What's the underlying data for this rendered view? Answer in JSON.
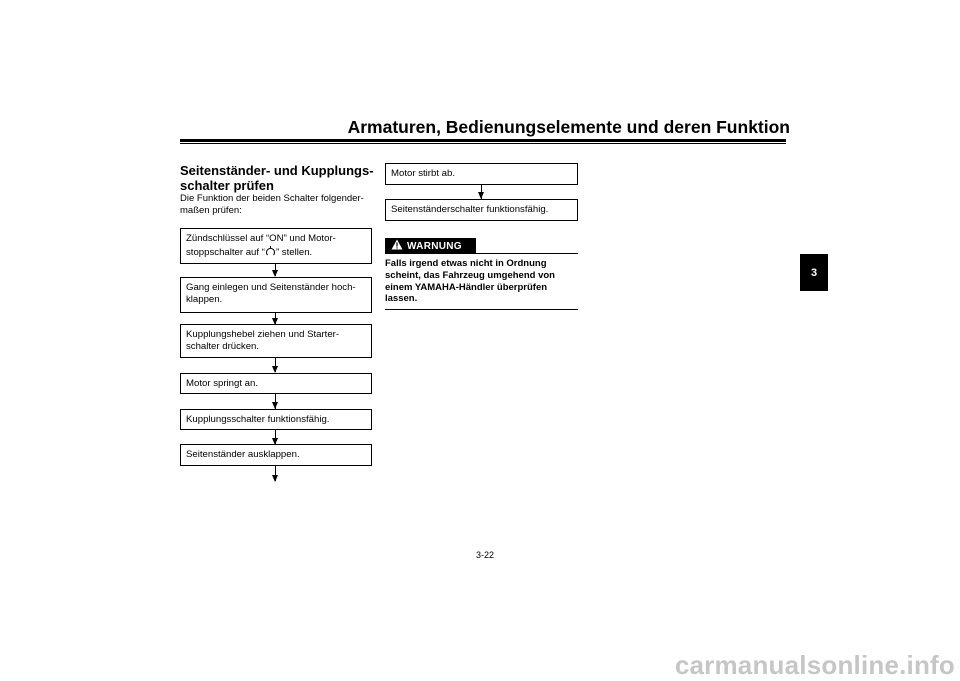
{
  "header": {
    "title": "Armaturen, Bedienungselemente und deren Funktion"
  },
  "section": {
    "heading_line1": "Seitenständer- und Kupplungs-",
    "heading_line2": "schalter prüfen",
    "intro_line1": "Die Funktion der beiden Schalter folgender-",
    "intro_line2": "maßen prüfen:"
  },
  "flow_left": {
    "step1_line1": "Zündschlüssel auf “ON” und Motor-",
    "step1_pre": "stoppschalter auf “",
    "step1_icon": "engine-stop-run-icon",
    "step1_post": "” stellen.",
    "step2_line1": "Gang einlegen und Seitenständer hoch-",
    "step2_line2": "klappen.",
    "step3_line1": "Kupplungshebel ziehen und Starter-",
    "step3_line2": "schalter drücken.",
    "step4": "Motor springt an.",
    "step5": "Kupplungsschalter funktionsfähig.",
    "step6": "Seitenständer ausklappen."
  },
  "flow_right": {
    "step7": "Motor stirbt ab.",
    "step8": "Seitenständerschalter funktionsfähig."
  },
  "warning": {
    "label": "WARNUNG",
    "icon": "warning-triangle-icon",
    "line1": "Falls irgend etwas nicht in Ordnung",
    "line2": "scheint, das Fahrzeug umgehend von",
    "line3": "einem YAMAHA-Händler überprüfen",
    "line4": "lassen."
  },
  "chapter_tab": "3",
  "page_number": "3-22",
  "watermark": "carmanualsonline.info"
}
